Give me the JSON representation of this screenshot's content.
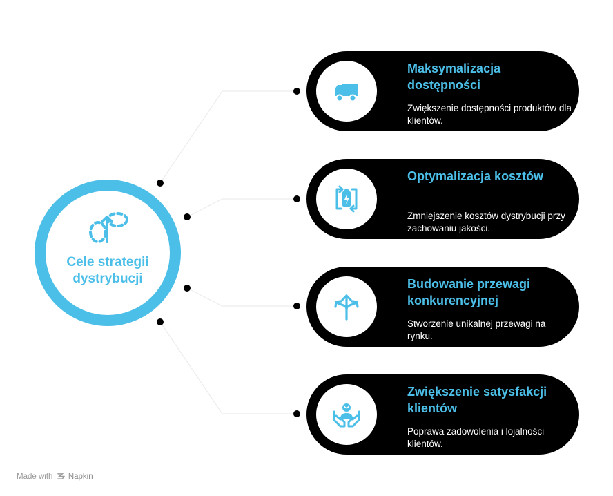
{
  "hub": {
    "title": "Cele strategii dystrybucji",
    "icon": "dashed-arrow-up-icon",
    "color": "#4cbfe8"
  },
  "items": [
    {
      "title": "Maksymalizacja dostępności",
      "description": "Zwiększenie dostępności produktów dla klientów.",
      "icon": "truck-icon"
    },
    {
      "title": "Optymalizacja kosztów",
      "description": "Zmniejszenie kosztów dystrybucji przy zachowaniu jakości.",
      "icon": "battery-refresh-icon"
    },
    {
      "title": "Budowanie przewagi konkurencyjnej",
      "description": "Stworzenie unikalnej przewagi na rynku.",
      "icon": "branching-arrows-icon"
    },
    {
      "title": "Zwiększenie satysfakcji klientów",
      "description": "Poprawa zadowolenia i lojalności klientów.",
      "icon": "hands-person-icon"
    }
  ],
  "footer": {
    "made_with": "Made with",
    "brand": "Napkin"
  },
  "colors": {
    "accent": "#4cbfe8",
    "card": "#000000",
    "text_light": "#ffffff"
  }
}
